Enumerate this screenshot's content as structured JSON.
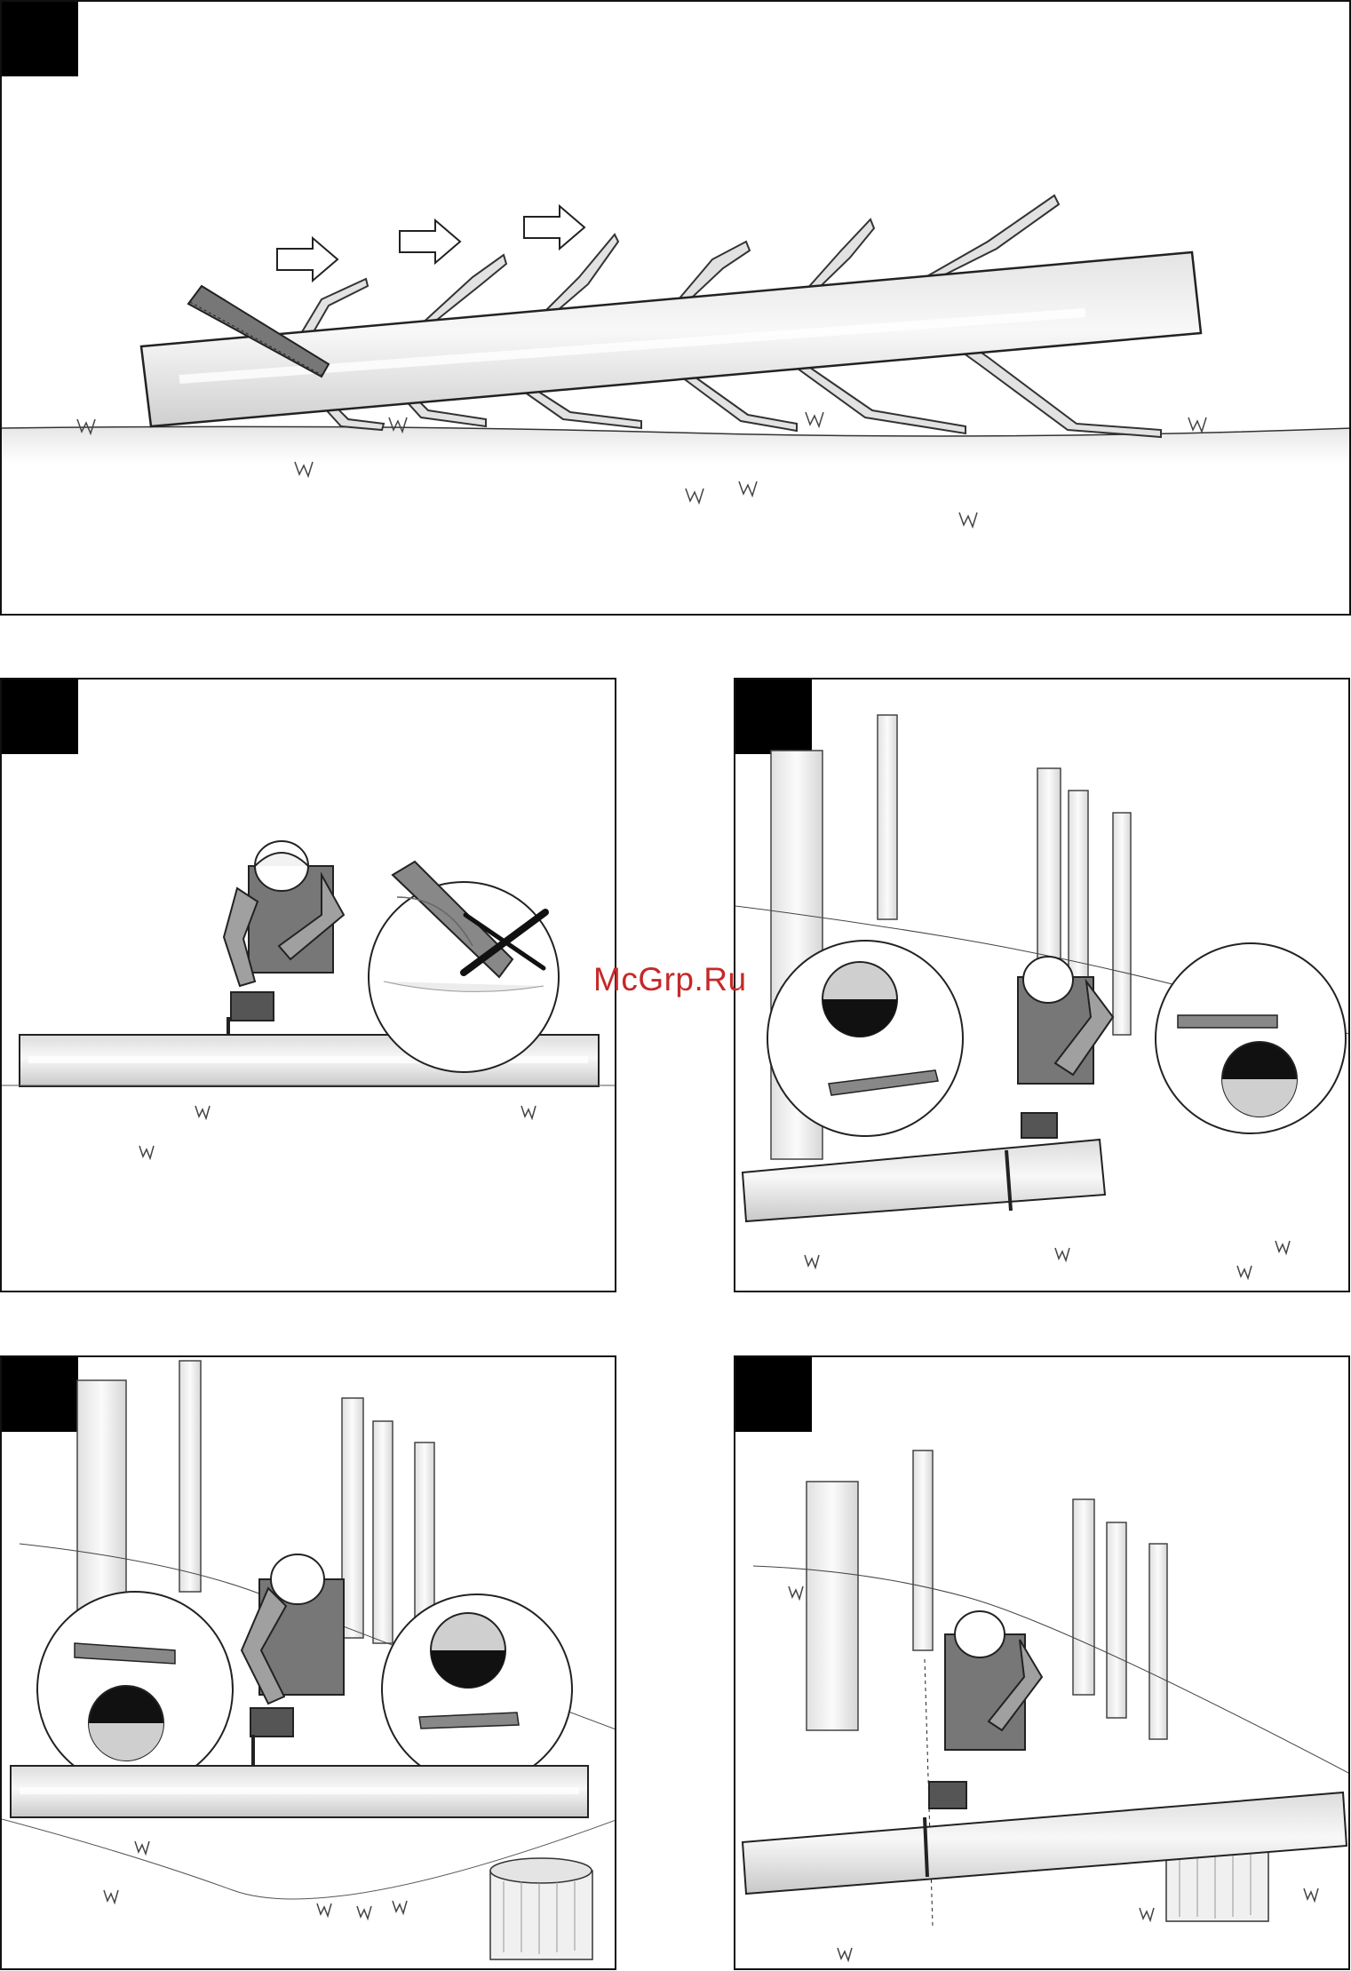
{
  "watermark": {
    "text": "McGrp.Ru",
    "color": "#c62828"
  },
  "panels": [
    {
      "id": "panel-1",
      "corner_icon": "black-corner-box",
      "scene": "log-with-branches"
    },
    {
      "id": "panel-2",
      "corner_icon": "black-corner-box",
      "scene": "worker-cutting-log-on-ground"
    },
    {
      "id": "panel-3",
      "corner_icon": "black-corner-box",
      "scene": "worker-cutting-log-on-slope"
    },
    {
      "id": "panel-4",
      "corner_icon": "black-corner-box",
      "scene": "worker-cutting-supported-log"
    },
    {
      "id": "panel-5",
      "corner_icon": "black-corner-box",
      "scene": "worker-cutting-log-on-stump"
    }
  ]
}
